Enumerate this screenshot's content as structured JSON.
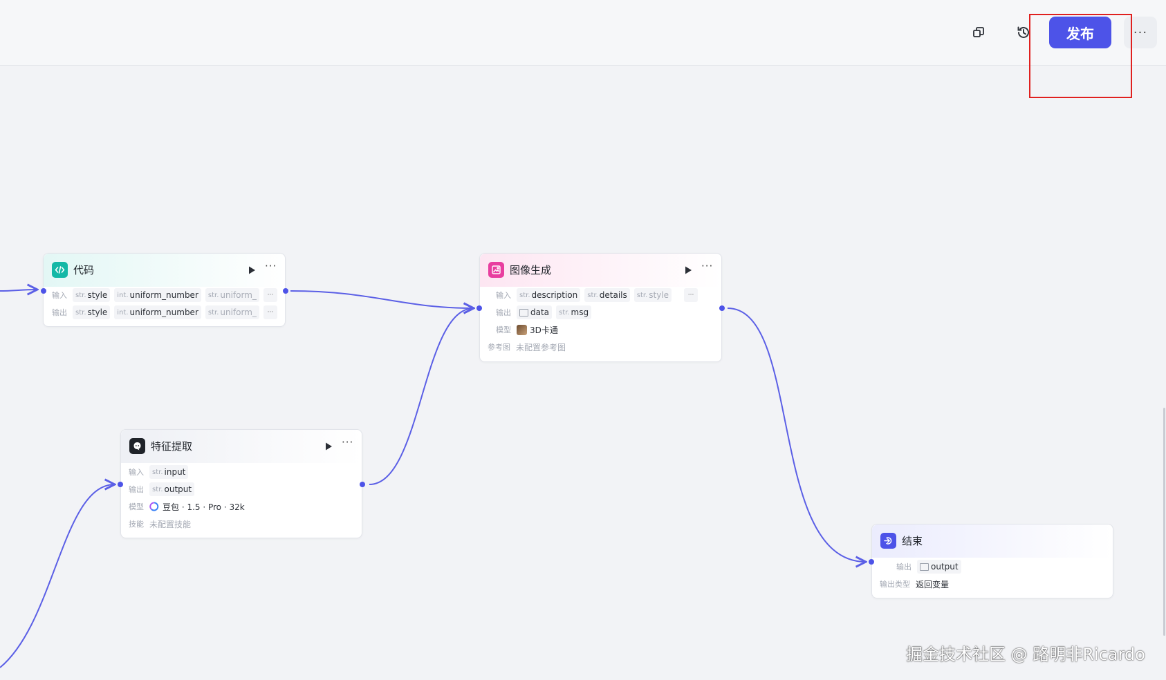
{
  "toolbar": {
    "copy_icon": "copy-icon",
    "history_icon": "history-icon",
    "publish_label": "发布",
    "more_label": "···"
  },
  "colors": {
    "accent": "#4d53e8",
    "highlight": "#e0201f",
    "code_icon": "#14b8a6",
    "image_icon": "#e83e9f",
    "end_icon": "#4d53e8"
  },
  "nodes": {
    "code": {
      "title": "代码",
      "input_label": "输入",
      "output_label": "输出",
      "inputs": [
        {
          "type": "str.",
          "name": "style"
        },
        {
          "type": "int.",
          "name": "uniform_number"
        },
        {
          "type": "str.",
          "name": "uniform_"
        }
      ],
      "outputs": [
        {
          "type": "str.",
          "name": "style"
        },
        {
          "type": "int.",
          "name": "uniform_number"
        },
        {
          "type": "str.",
          "name": "uniform_"
        }
      ],
      "more": "···"
    },
    "image": {
      "title": "图像生成",
      "input_label": "输入",
      "output_label": "输出",
      "model_label": "模型",
      "ref_label": "参考图",
      "inputs": [
        {
          "type": "str.",
          "name": "description"
        },
        {
          "type": "str.",
          "name": "details"
        },
        {
          "type": "str.",
          "name": "style"
        }
      ],
      "outputs": [
        {
          "type": "",
          "name": "data"
        },
        {
          "type": "str.",
          "name": "msg"
        }
      ],
      "model": "3D卡通",
      "ref_value": "未配置参考图",
      "more": "···"
    },
    "feature": {
      "title": "特征提取",
      "input_label": "输入",
      "output_label": "输出",
      "model_label": "模型",
      "skill_label": "技能",
      "input": {
        "type": "str.",
        "name": "input"
      },
      "output": {
        "type": "str.",
        "name": "output"
      },
      "model": "豆包 · 1.5 · Pro · 32k",
      "skill_value": "未配置技能",
      "more": "···"
    },
    "end": {
      "title": "结束",
      "output_label": "输出",
      "output_type_label": "输出类型",
      "output": {
        "type": "",
        "name": "output"
      },
      "output_type": "返回变量"
    }
  },
  "watermark": "掘金技术社区 @ 路明非Ricardo"
}
